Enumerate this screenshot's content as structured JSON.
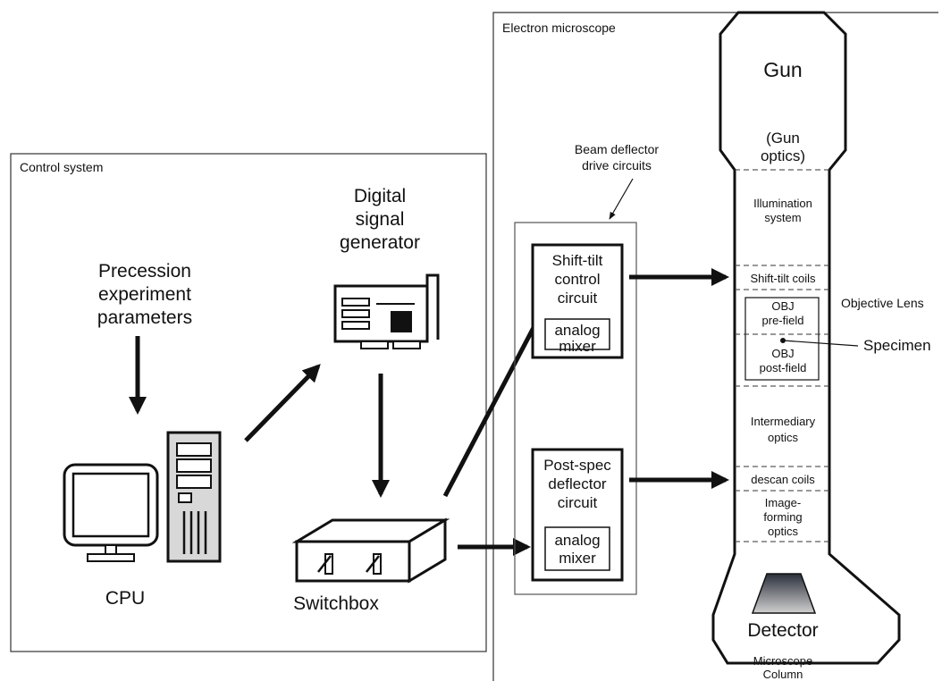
{
  "panels": {
    "control_system": "Control system",
    "electron_microscope": "Electron microscope"
  },
  "labels": {
    "precession": [
      "Precession",
      "experiment",
      "parameters"
    ],
    "dsg": [
      "Digital",
      "signal",
      "generator"
    ],
    "cpu": "CPU",
    "switchbox": "Switchbox",
    "beam_deflector": [
      "Beam deflector",
      "drive circuits"
    ],
    "shift_tilt": [
      "Shift-tilt",
      "control",
      "circuit"
    ],
    "post_spec": [
      "Post-spec",
      "deflector",
      "circuit"
    ],
    "analog_mixer": [
      "analog",
      "mixer"
    ],
    "objective_lens": "Objective Lens",
    "specimen": "Specimen",
    "microscope_column": [
      "Microscope",
      "Column"
    ]
  },
  "column": {
    "gun": "Gun",
    "gun_optics": [
      "(Gun",
      "optics)"
    ],
    "illumination": [
      "Illumination",
      "system"
    ],
    "shift_tilt_coils": "Shift-tilt coils",
    "obj_pre": [
      "OBJ",
      "pre-field"
    ],
    "obj_post": [
      "OBJ",
      "post-field"
    ],
    "intermediary": [
      "Intermediary",
      "optics"
    ],
    "descan_coils": "descan coils",
    "image_forming": [
      "Image-",
      "forming",
      "optics"
    ],
    "detector": "Detector"
  },
  "icons": {
    "cpu": "computer-icon",
    "dsg": "expansion-card-icon",
    "switchbox": "switchbox-icon",
    "detector": "detector-icon"
  },
  "colors": {
    "line": "#111111",
    "panel_border": "#333333",
    "detector_dark": "#2a2f3a",
    "detector_light": "#c8c8c8"
  }
}
